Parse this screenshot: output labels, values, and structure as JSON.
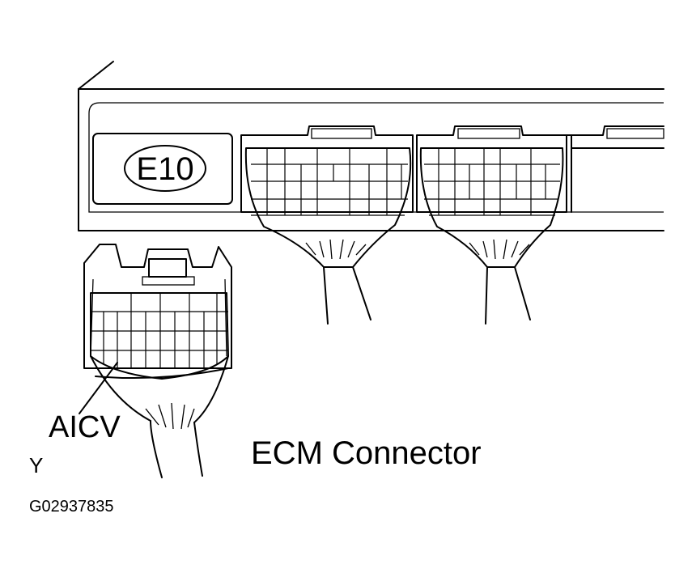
{
  "diagram": {
    "ecm_code": "E10",
    "pin_label": "AICV",
    "caption": "ECM Connector",
    "corner_mark": "Y",
    "figure_id": "G02937835"
  }
}
